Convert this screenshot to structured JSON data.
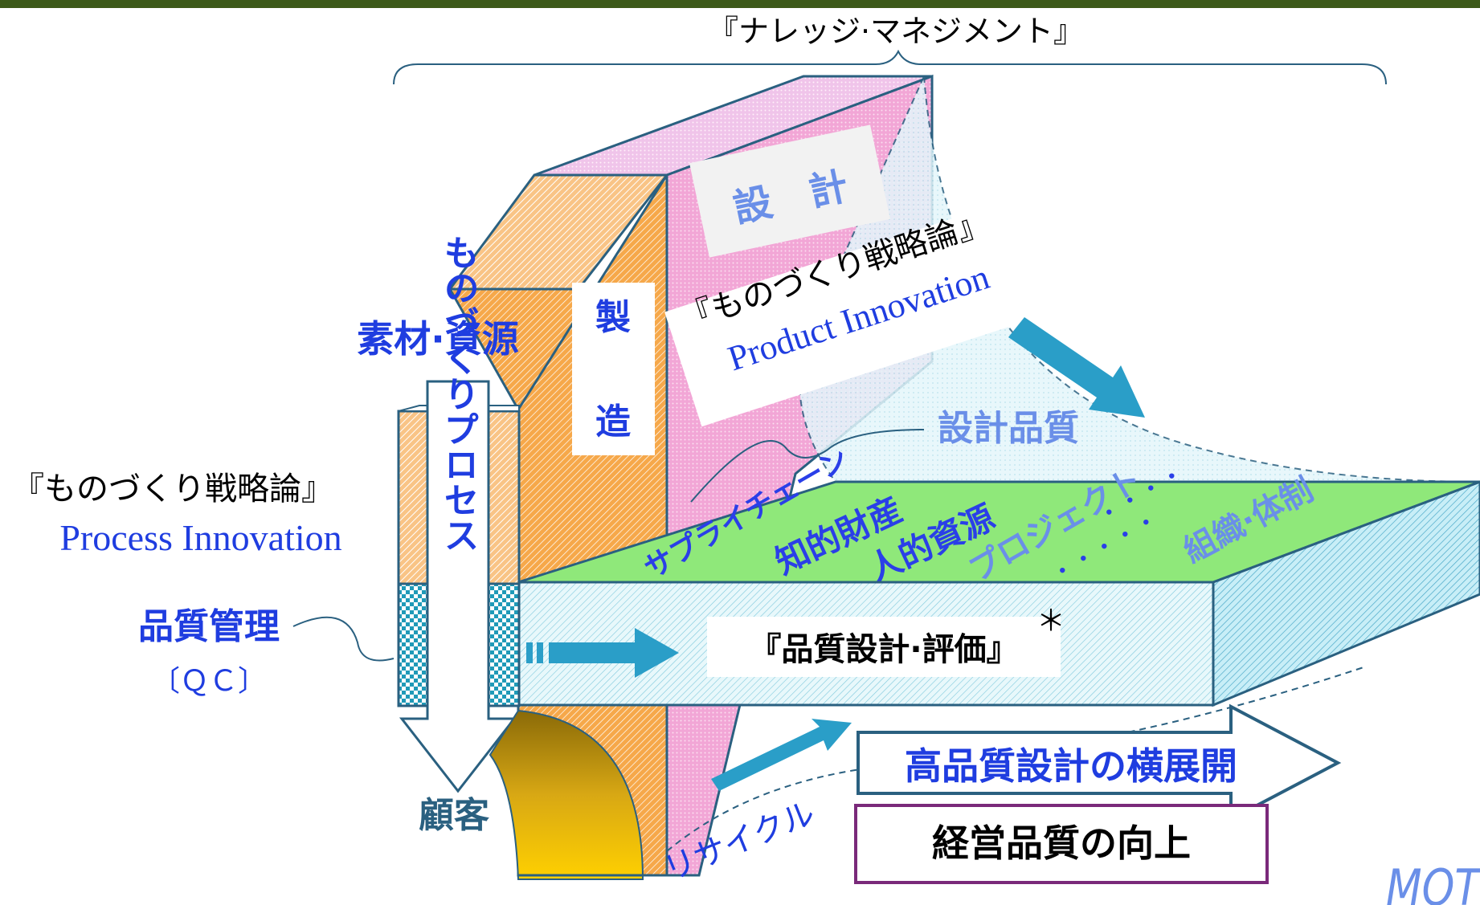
{
  "header": {
    "bar_color": "#3d5a1a",
    "title": "『ナレッジ·マネジメント』"
  },
  "design_block": {
    "label": "設　計",
    "strategy": "『ものづくり戦略論』",
    "innovation": "Product Innovation"
  },
  "manufacturing": {
    "label_top": "製",
    "label_bottom": "造"
  },
  "material": {
    "label": "素材·資源"
  },
  "process": {
    "strategy": "『ものづくり戦略論』",
    "innovation": "Process Innovation",
    "arrow_label": "ものづくりプロセス"
  },
  "qc": {
    "label": "品質管理",
    "abbr": "〔ＱＣ〕"
  },
  "design_quality": {
    "label": "設計品質"
  },
  "green_plane": {
    "items": [
      "サプライチェーン",
      "知的財産",
      "人的資源",
      "プロジェクト",
      "組織·体制",
      "・・・・・",
      "・・・・"
    ]
  },
  "quality_slab": {
    "label": "『品質設計·評価』",
    "asterisk": "＊"
  },
  "customer": {
    "label": "顧客"
  },
  "recycle": {
    "label": "リサイクル"
  },
  "expansion": {
    "label": "高品質設計の横展開"
  },
  "management": {
    "label": "経営品質の向上"
  },
  "corner": {
    "label": "MOT"
  },
  "colors": {
    "blue_text": "#1f3de0",
    "light_blue_text": "#6a8fe8",
    "green_text": "#2a3fe8",
    "orange": "#f2a040",
    "pink": "#f08ec8",
    "teal_arrow": "#2a9ec8",
    "green": "#8fe87a",
    "outline": "#2a6080",
    "purple": "#7a2a7a"
  }
}
